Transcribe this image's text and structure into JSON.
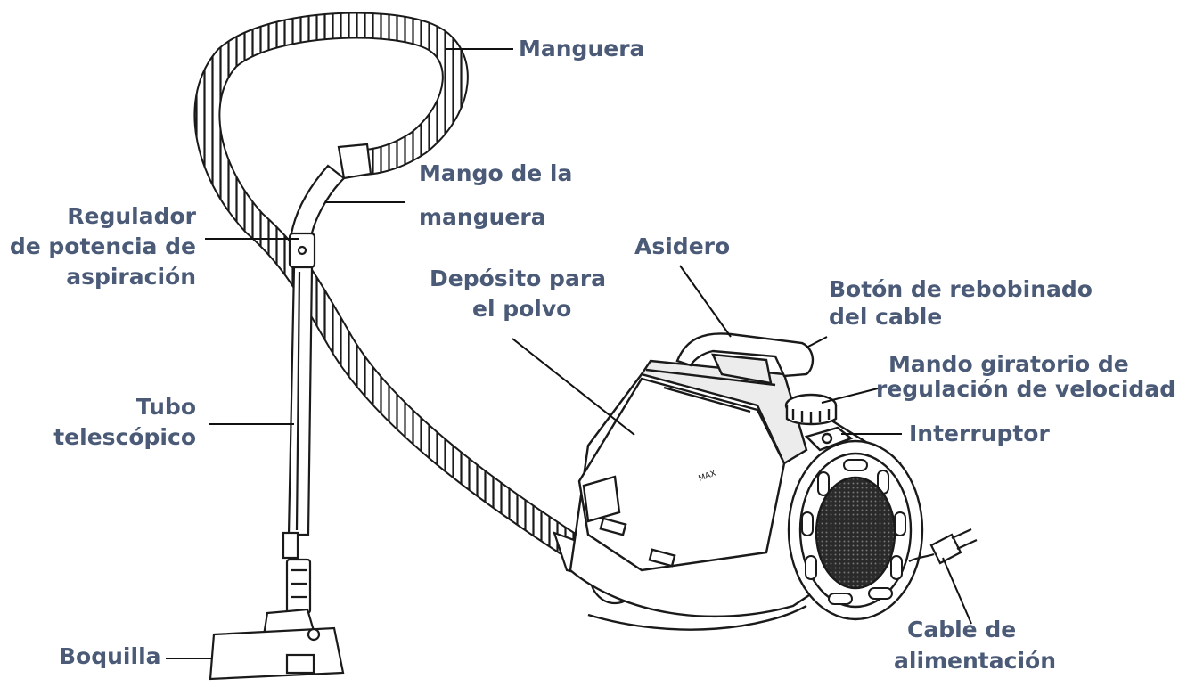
{
  "labels": {
    "manguera": "Manguera",
    "mango_line1": "Mango de la",
    "mango_line2": "manguera",
    "regulador_line1": "Regulador",
    "regulador_line2": "de potencia de",
    "regulador_line3": "aspiración",
    "asidero": "Asidero",
    "deposito_line1": "Depósito para",
    "deposito_line2": "el polvo",
    "boton_line1": "Botón de rebobinado",
    "boton_line2": "del cable",
    "mando_line1": "Mando giratorio de",
    "mando_line2": "regulación de velocidad",
    "tubo_line1": "Tubo",
    "tubo_line2": "telescópico",
    "interruptor": "Interruptor",
    "cable_line1": "Cable de",
    "cable_line2": "alimentación",
    "boquilla": "Boquilla"
  },
  "colors": {
    "label_text": "#4a5a77",
    "line_art": "#1a1a1a"
  }
}
